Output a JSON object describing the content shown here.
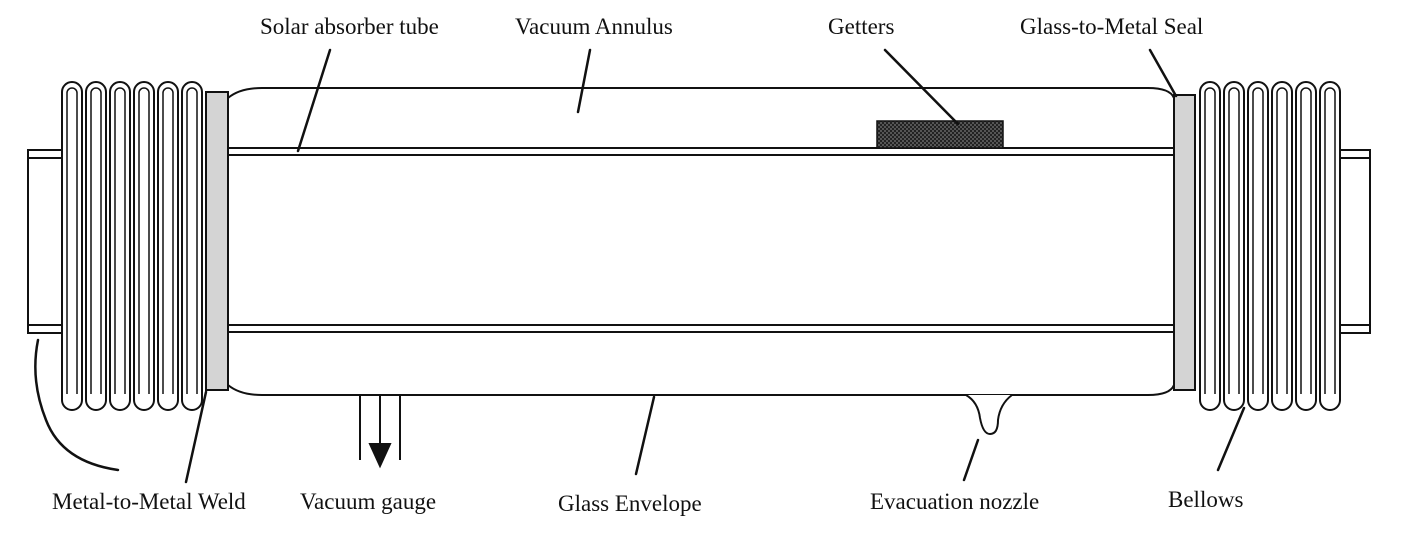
{
  "diagram": {
    "labels": {
      "solar_absorber_tube": "Solar absorber tube",
      "vacuum_annulus": "Vacuum Annulus",
      "getters": "Getters",
      "glass_to_metal_seal": "Glass-to-Metal Seal",
      "metal_to_metal_weld": "Metal-to-Metal Weld",
      "vacuum_gauge": "Vacuum gauge",
      "glass_envelope": "Glass Envelope",
      "evacuation_nozzle": "Evacuation nozzle",
      "bellows": "Bellows"
    },
    "colors": {
      "line": "#111111",
      "seal_fill": "#d4d4d4",
      "getter_fill": "#3a3a3a"
    }
  }
}
